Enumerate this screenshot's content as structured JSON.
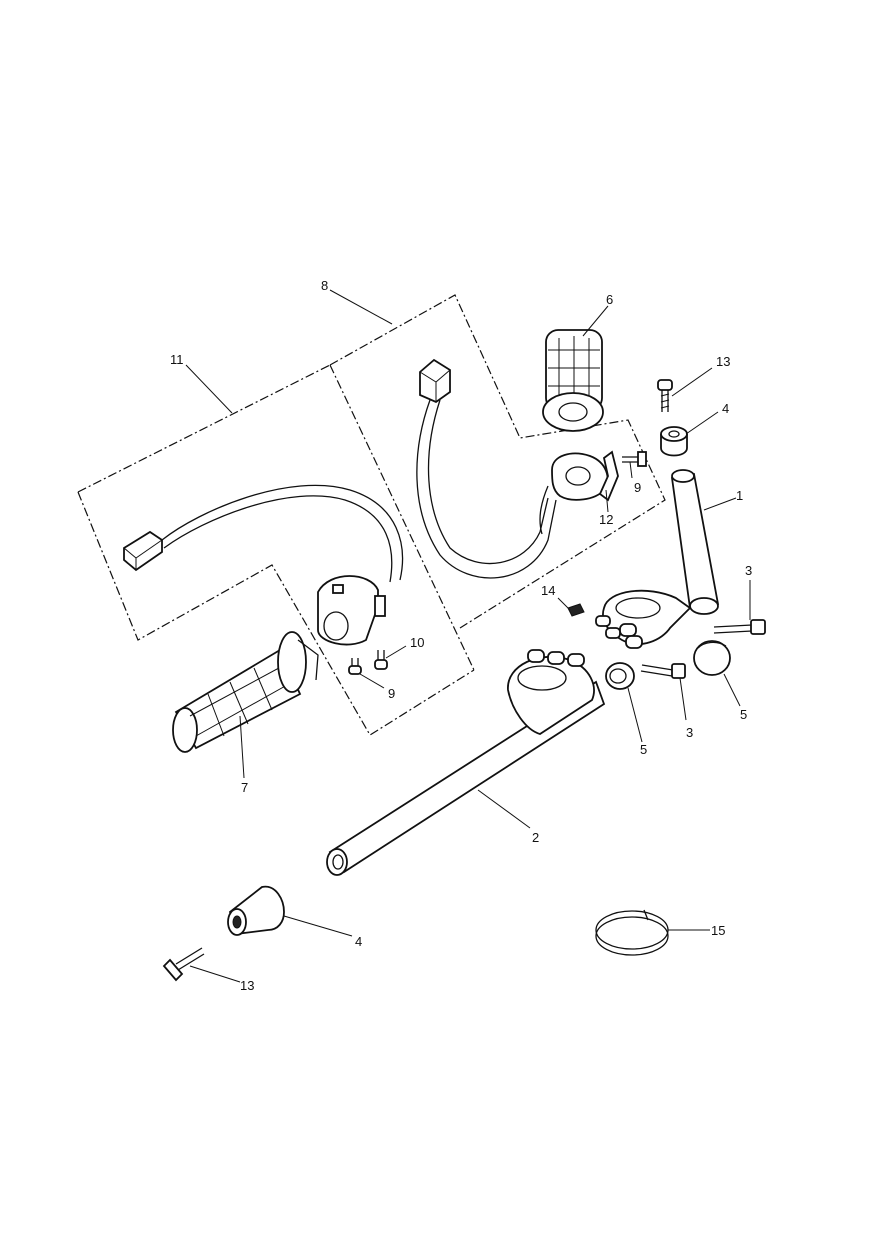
{
  "callouts": {
    "c1": "1",
    "c2": "2",
    "c3a": "3",
    "c3b": "3",
    "c4a": "4",
    "c4b": "4",
    "c5a": "5",
    "c5b": "5",
    "c6": "6",
    "c7": "7",
    "c8": "8",
    "c9a": "9",
    "c9b": "9",
    "c10": "10",
    "c11": "11",
    "c12": "12",
    "c13a": "13",
    "c13b": "13",
    "c14": "14",
    "c15": "15"
  }
}
